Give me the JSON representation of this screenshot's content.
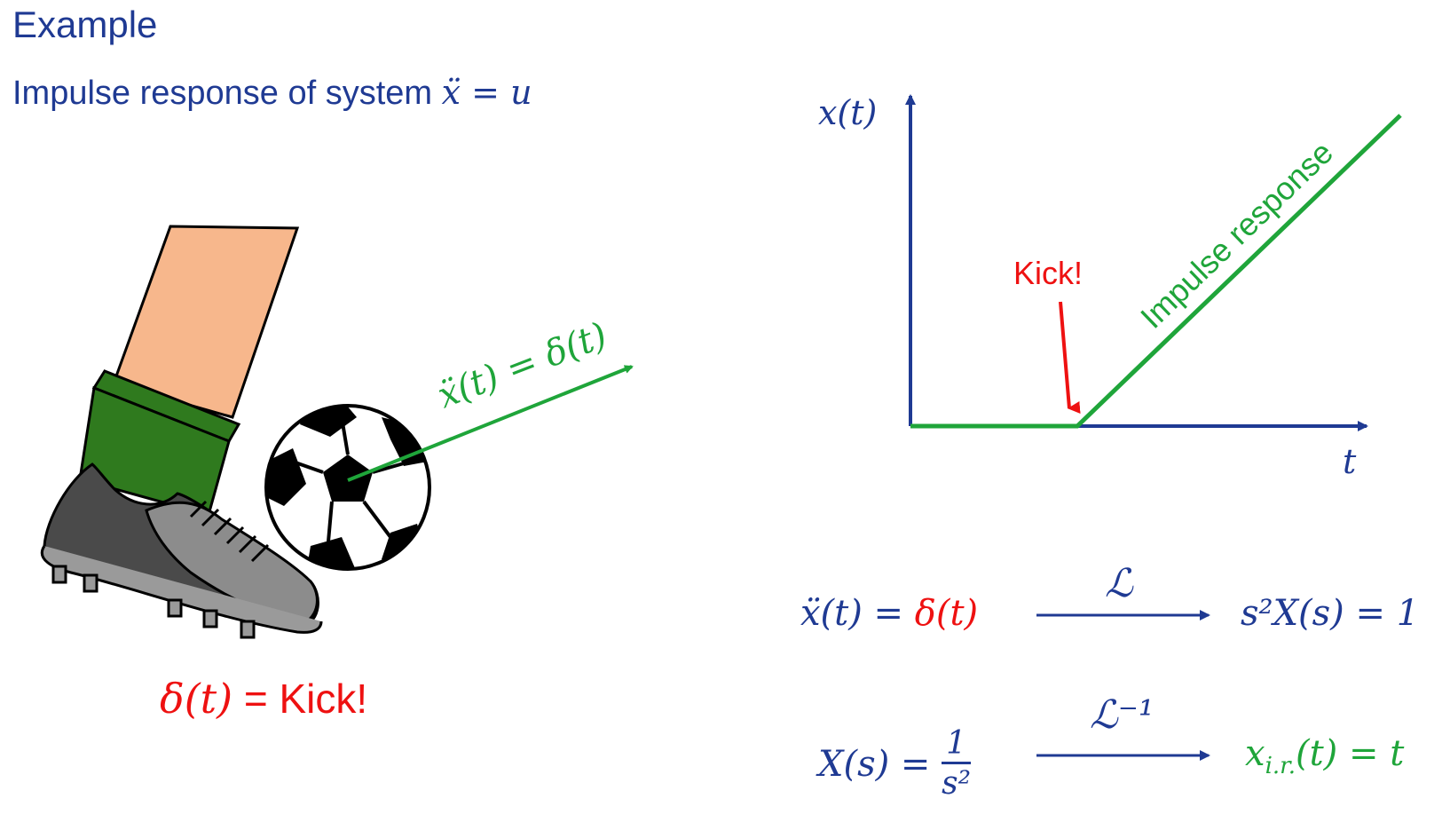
{
  "header": {
    "title": "Example",
    "subtitle_prefix": "Impulse response of system ",
    "subtitle_equation": "ẍ = u"
  },
  "illustration": {
    "motion_label": "ẍ(t) = δ(t)",
    "caption_lhs": "δ(t)",
    "caption_rhs": " = Kick!"
  },
  "plot": {
    "y_label": "x(t)",
    "x_label": "t",
    "kick_label": "Kick!",
    "response_label": "Impulse response"
  },
  "equations": {
    "row1": {
      "lhs_a": "ẍ(t) = ",
      "lhs_b": "δ(t)",
      "operator": "ℒ",
      "rhs": "s²X(s) = 1"
    },
    "row2": {
      "lhs": "X(s) = ",
      "num": "1",
      "den": "s²",
      "operator": "ℒ⁻¹",
      "rhs": "x",
      "rhs_sub": "i.r.",
      "rhs_tail": "(t) = t"
    }
  },
  "colors": {
    "blue": "#1f3a93",
    "green": "#1fa53a",
    "red": "#ee1111",
    "skin": "#f7b78c",
    "sock": "#2f7a1e"
  }
}
